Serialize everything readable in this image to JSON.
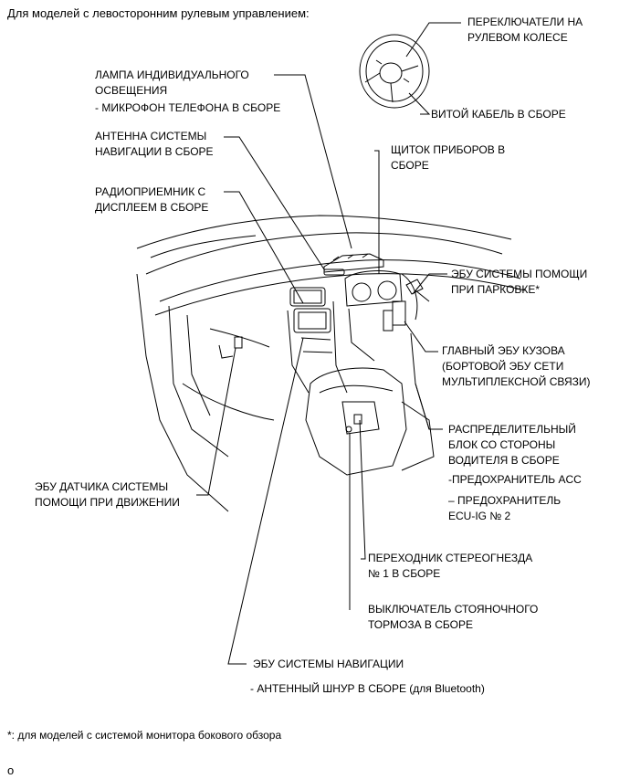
{
  "header": {
    "title": "Для моделей с левосторонним рулевым управлением:"
  },
  "labels": {
    "steering_switches": "ПЕРЕКЛЮЧАТЕЛИ НА\nРУЛЕВОМ КОЛЕСЕ",
    "spiral_cable": "ВИТОЙ КАБЕЛЬ В СБОРЕ",
    "map_light": "ЛАМПА ИНДИВИДУАЛЬНОГО\nОСВЕЩЕНИЯ",
    "microphone": "- МИКРОФОН ТЕЛЕФОНА В СБОРЕ",
    "nav_antenna": "АНТЕННА СИСТЕМЫ\nНАВИГАЦИИ В СБОРЕ",
    "combination_meter": "ЩИТОК ПРИБОРОВ В\nСБОРЕ",
    "radio": "РАДИОПРИЕМНИК С\nДИСПЛЕЕМ В СБОРЕ",
    "parking_assist_ecu": "ЭБУ СИСТЕМЫ ПОМОЩИ\nПРИ ПАРКОВКЕ*",
    "main_body_ecu": "ГЛАВНЫЙ ЭБУ КУЗОВА\n(БОРТОВОЙ ЭБУ СЕТИ\nМУЛЬТИПЛЕКСНОЙ СВЯЗИ)",
    "junction_block": "РАСПРЕДЕЛИТЕЛЬНЫЙ\nБЛОК СО СТОРОНЫ\nВОДИТЕЛЯ В СБОРЕ",
    "fuse_acc": "-ПРЕДОХРАНИТЕЛЬ ACC",
    "fuse_ecu_ig": "– ПРЕДОХРАНИТЕЛЬ\nECU-IG № 2",
    "driving_assist_ecu": "ЭБУ ДАТЧИКА СИСТЕМЫ\nПОМОЩИ ПРИ ДВИЖЕНИИ",
    "stereo_jack": "ПЕРЕХОДНИК СТЕРЕОГНЕЗДА\n№ 1 В СБОРЕ",
    "parking_brake_switch": "ВЫКЛЮЧАТЕЛЬ СТОЯНОЧНОГО\nТОРМОЗА В СБОРЕ",
    "nav_ecu": "ЭБУ СИСТЕМЫ НАВИГАЦИИ",
    "antenna_cord": "- АНТЕННЫЙ ШНУР В СБОРЕ (для Bluetooth)"
  },
  "footnote": "*: для моделей с системой монитора бокового обзора",
  "corner_mark": "o"
}
